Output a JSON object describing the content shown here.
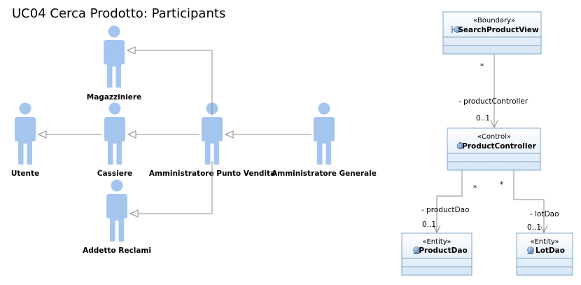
{
  "title": "UC04 Cerca Prodotto: Participants",
  "actors": {
    "magazziniere": "Magazziniere",
    "utente": "Utente",
    "cassiere": "Cassiere",
    "amministratore_pv": "Amministratore Punto Vendita",
    "amministratore_generale": "Amministratore Generale",
    "addetto_reclami": "Addetto Reclami"
  },
  "classes": {
    "search_view": {
      "stereotype": "«Boundary»",
      "name": "SearchProductView"
    },
    "product_controller": {
      "stereotype": "«Control»",
      "name": "ProductController"
    },
    "product_dao": {
      "stereotype": "«Entity»",
      "name": "ProductDao"
    },
    "lot_dao": {
      "stereotype": "«Entity»",
      "name": "LotDao"
    }
  },
  "associations": {
    "view_to_controller": {
      "source_mult": "*",
      "role": "- productController",
      "target_mult": "0..1"
    },
    "controller_to_productdao": {
      "source_mult": "*",
      "role": "- productDao",
      "target_mult": "0..1"
    },
    "controller_to_lotdao": {
      "source_mult": "*",
      "role": "- lotDao",
      "target_mult": "0..1"
    }
  },
  "colors": {
    "actor": "#a4c6ee",
    "class_fill_top": "#ffffff",
    "class_fill_bottom": "#d6e6f5",
    "class_border": "#7da4c9",
    "edge": "#8c8c8c"
  }
}
